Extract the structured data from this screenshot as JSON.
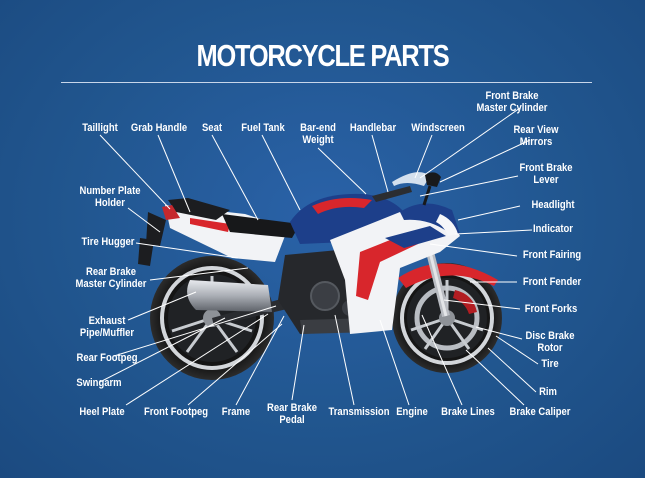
{
  "title": "MOTORCYCLE PARTS",
  "labels": {
    "taillight": "Taillight",
    "grab_handle": "Grab Handle",
    "seat": "Seat",
    "fuel_tank": "Fuel Tank",
    "bar_end_weight": "Bar-end\nWeight",
    "handlebar": "Handlebar",
    "windscreen": "Windscreen",
    "front_brake_master_cylinder": "Front Brake\nMaster Cylinder",
    "rear_view_mirrors": "Rear View\nMirrors",
    "front_brake_lever": "Front Brake\nLever",
    "headlight": "Headlight",
    "indicator": "Indicator",
    "front_fairing": "Front Fairing",
    "front_fender": "Front Fender",
    "front_forks": "Front Forks",
    "disc_brake_rotor": "Disc Brake\nRotor",
    "tire": "Tire",
    "rim": "Rim",
    "brake_caliper": "Brake Caliper",
    "brake_lines": "Brake Lines",
    "engine": "Engine",
    "transmission": "Transmission",
    "rear_brake_pedal": "Rear Brake\nPedal",
    "frame": "Frame",
    "front_footpeg": "Front Footpeg",
    "heel_plate": "Heel Plate",
    "swingarm": "Swingarm",
    "rear_footpeg": "Rear Footpeg",
    "exhaust_pipe_muffler": "Exhaust\nPipe/Muffler",
    "rear_brake_master_cylinder": "Rear Brake\nMaster Cylinder",
    "tire_hugger": "Tire Hugger",
    "number_plate_holder": "Number Plate\nHolder"
  },
  "colors": {
    "background": "#21568f",
    "body_blue": "#1d3f8a",
    "body_white": "#f2f3f6",
    "body_red": "#d8262c",
    "frame_black": "#1c1d20"
  }
}
